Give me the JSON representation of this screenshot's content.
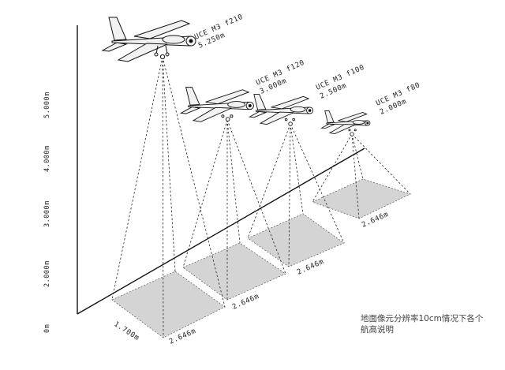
{
  "diagram": {
    "y_axis": {
      "ticks": [
        "5.000m",
        "4.000m",
        "3.000m",
        "2.000m",
        "0m"
      ]
    },
    "aircraft": [
      {
        "camera": "UCE M3 f210",
        "altitude": "5.250m",
        "footprint_label": "2.646m",
        "width_label": "1.700m"
      },
      {
        "camera": "UCE M3 f120",
        "altitude": "3.000m",
        "footprint_label": "2.646m"
      },
      {
        "camera": "UCE M3 f100",
        "altitude": "2.500m",
        "footprint_label": "2.646m"
      },
      {
        "camera": "UCE M3 f80",
        "altitude": "2.000m",
        "footprint_label": "2.646m"
      }
    ],
    "caption": "地面像元分辨率10cm情况下各个航高说明",
    "colors": {
      "footprint_fill": "#d4d4d4",
      "line": "#111111",
      "plane_fill": "#f2f2f2"
    }
  }
}
